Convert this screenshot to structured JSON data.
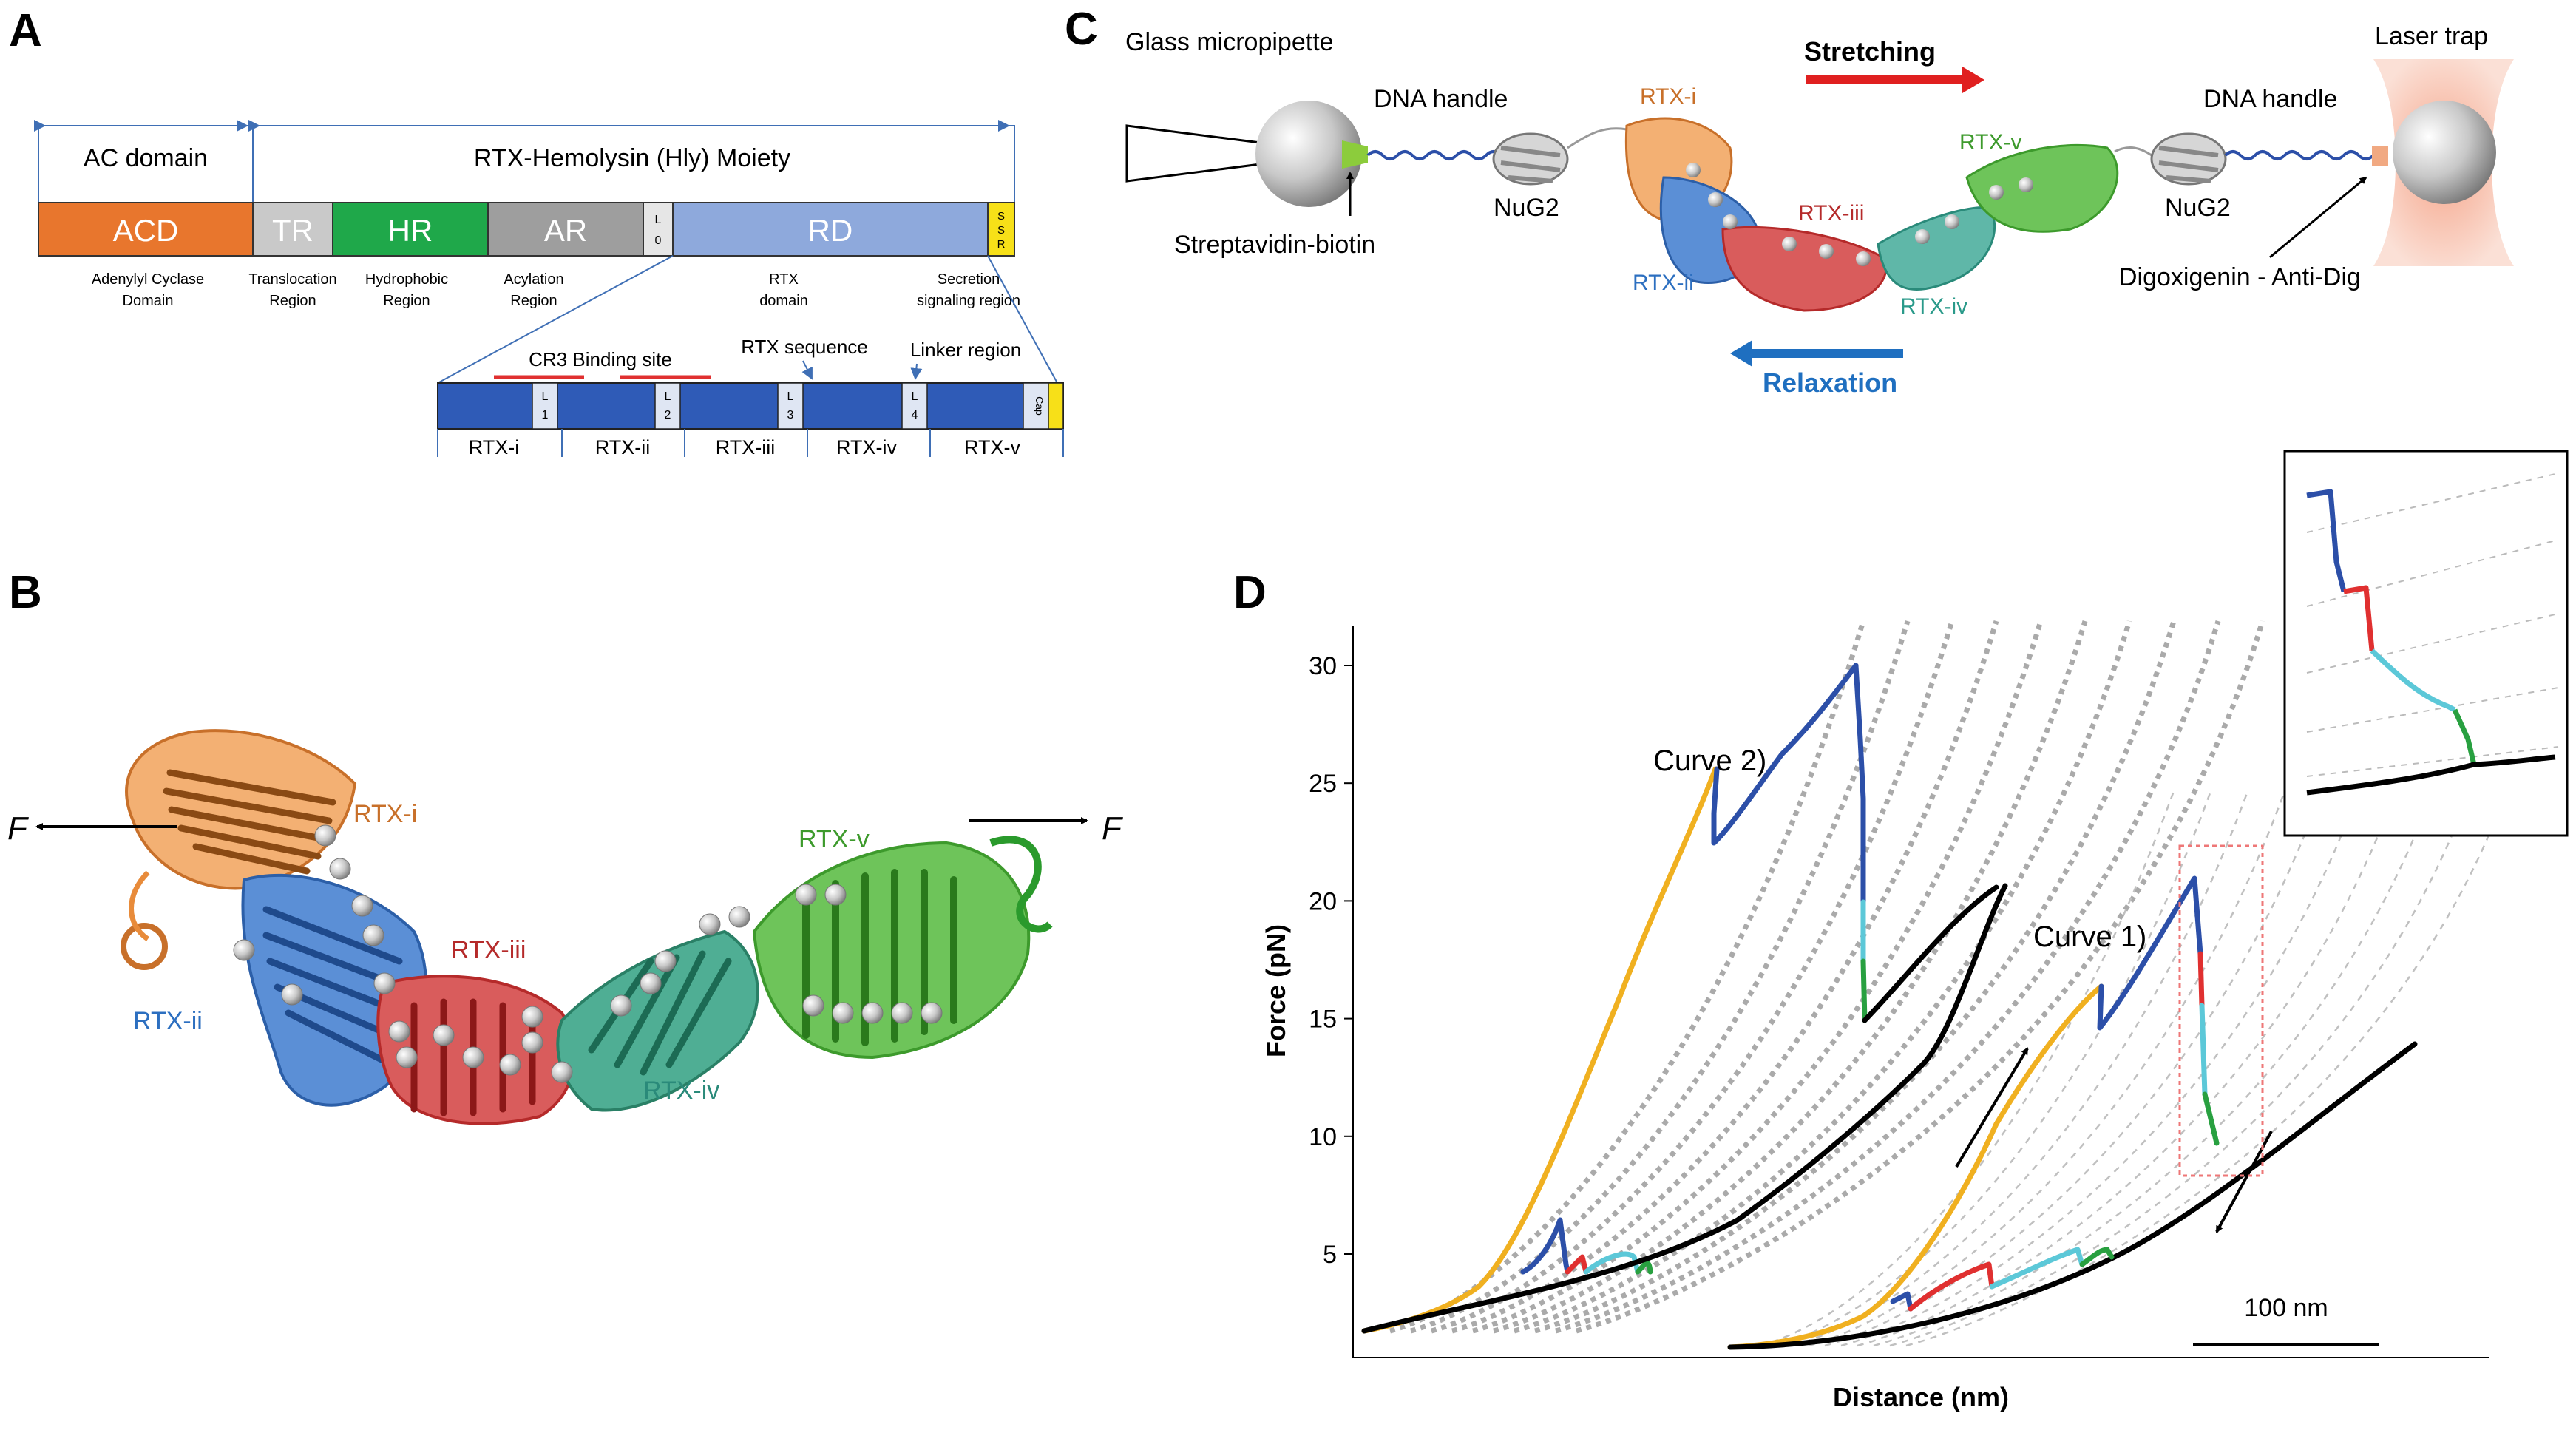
{
  "panels": {
    "a": "A",
    "b": "B",
    "c": "C",
    "d": "D"
  },
  "panel_a": {
    "ac_domain": "AC domain",
    "rtx_moiety": "RTX-Hemolysin (Hly) Moiety",
    "segments": {
      "acd": "ACD",
      "tr": "TR",
      "hr": "HR",
      "ar": "AR",
      "l0_l": "L",
      "l0_n": "0",
      "rd": "RD",
      "ssr": [
        "S",
        "S",
        "R"
      ]
    },
    "captions": {
      "acd": [
        "Adenylyl Cyclase",
        "Domain"
      ],
      "tr": [
        "Translocation",
        "Region"
      ],
      "hr": [
        "Hydrophobic",
        "Region"
      ],
      "ar": [
        "Acylation",
        "Region"
      ],
      "rd": [
        "RTX",
        "domain"
      ],
      "ssr": [
        "Secretion",
        "signaling region"
      ]
    },
    "cr3": "CR3 Binding site",
    "rtx_sequence": "RTX sequence",
    "linker_region": "Linker region",
    "linkers": [
      {
        "l": "L",
        "n": "1"
      },
      {
        "l": "L",
        "n": "2"
      },
      {
        "l": "L",
        "n": "3"
      },
      {
        "l": "L",
        "n": "4"
      }
    ],
    "cap": "Cap",
    "blocks": [
      "RTX-i",
      "RTX-ii",
      "RTX-iii",
      "RTX-iv",
      "RTX-v"
    ]
  },
  "panel_b": {
    "force_left": "F",
    "force_right": "F",
    "labels": {
      "rtx_i": "RTX-i",
      "rtx_ii": "RTX-ii",
      "rtx_iii": "RTX-iii",
      "rtx_iv": "RTX-iv",
      "rtx_v": "RTX-v"
    }
  },
  "panel_c": {
    "glass_micropipette": "Glass micropipette",
    "dna_handle_left": "DNA handle",
    "dna_handle_right": "DNA handle",
    "nug2_left": "NuG2",
    "nug2_right": "NuG2",
    "streptavidin": "Streptavidin-biotin",
    "digoxigenin": "Digoxigenin - Anti-Dig",
    "laser_trap": "Laser trap",
    "stretching": "Stretching",
    "relaxation": "Relaxation",
    "rtx": {
      "i": "RTX-i",
      "ii": "RTX-ii",
      "iii": "RTX-iii",
      "iv": "RTX-iv",
      "v": "RTX-v"
    },
    "colors": {
      "stretching": "#e02020",
      "relaxation": "#1f6fc0"
    }
  },
  "panel_d": {
    "curve2": "Curve 2)",
    "curve1": "Curve 1)",
    "scale_bar": "100 nm"
  },
  "chart_data": {
    "type": "line",
    "ylabel": "Force (pN)",
    "xlabel": "Distance (nm)",
    "y_ticks": [
      "5",
      "10",
      "15",
      "20",
      "25",
      "30"
    ],
    "ylim": [
      1,
      31
    ],
    "legend": "none",
    "grid": false,
    "colors": {
      "stretch": "#f0b020",
      "rtx_i": "#2c4fa8",
      "rtx_ii": "#e03030",
      "rtx_iii": "#5cc8d8",
      "rtx_iv": "#28a040",
      "relax": "#000000"
    }
  }
}
